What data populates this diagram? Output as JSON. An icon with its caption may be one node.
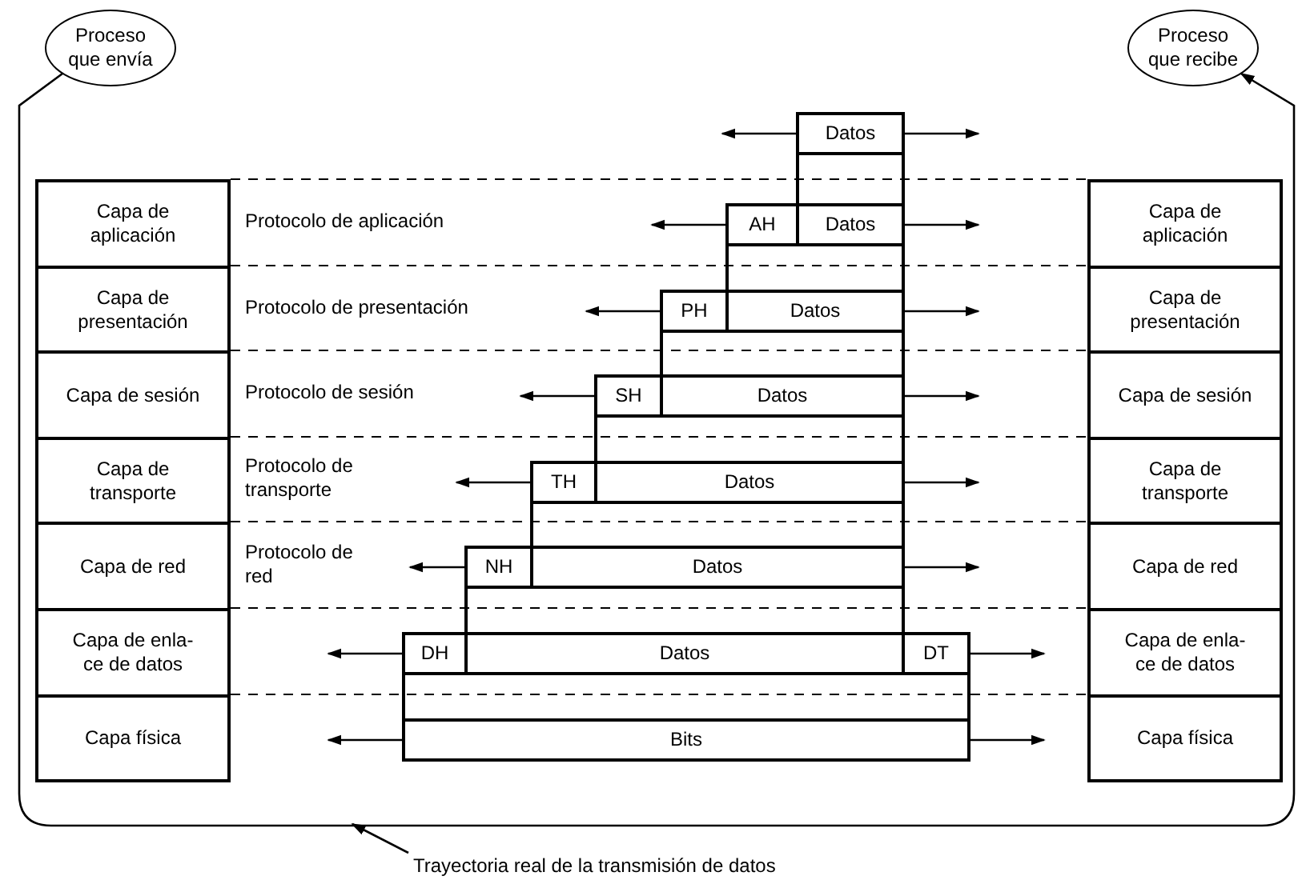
{
  "diagram": {
    "nodes": [
      {
        "text": [
          "Proceso que envía"
        ]
      },
      {
        "text": [
          "Proceso que recibe"
        ]
      },
      {
        "text": [
          "Datos"
        ]
      },
      {
        "text": [
          "Capa de aplicación"
        ]
      },
      {
        "text": [
          "AH"
        ]
      },
      {
        "text": [
          "Datos"
        ]
      },
      {
        "text": [
          "Capa de aplicación"
        ]
      },
      {
        "text": [
          "Capa de presentación"
        ]
      },
      {
        "text": [
          "PH"
        ]
      },
      {
        "text": [
          "Datos"
        ]
      },
      {
        "text": [
          "Capa de presentación"
        ]
      },
      {
        "text": [
          "Capa de sesión"
        ]
      },
      {
        "text": [
          "SH"
        ]
      },
      {
        "text": [
          "Datos"
        ]
      },
      {
        "text": [
          "Capa de sesión"
        ]
      },
      {
        "text": [
          "Capa de transporte"
        ]
      },
      {
        "text": [
          "TH"
        ]
      },
      {
        "text": [
          "Datos"
        ]
      },
      {
        "text": [
          "Capa de transporte"
        ]
      },
      {
        "text": [
          "Capa de red"
        ]
      },
      {
        "text": [
          "NH"
        ]
      },
      {
        "text": [
          "Datos"
        ]
      },
      {
        "text": [
          "Capa de red"
        ]
      },
      {
        "text": [
          "Capa de enla- ce de datos"
        ]
      },
      {
        "text": [
          "DH"
        ]
      },
      {
        "text": [
          "Datos"
        ]
      },
      {
        "text": [
          "DT"
        ]
      },
      {
        "text": [
          "Capa de enla- ce de datos"
        ]
      },
      {
        "text": [
          "Capa física"
        ]
      },
      {
        "text": [
          "Bits"
        ]
      },
      {
        "text": [
          "Capa física"
        ]
      },
      {
        "text": [
          "Trayectoria real de la transmisión de datos"
        ]
      },
      {
        "text": [],
        "shape": "box"
      },
      {
        "text": [],
        "shape": "box"
      },
      {
        "text": [],
        "shape": "box"
      },
      {
        "text": [],
        "shape": "box"
      },
      {
        "text": [],
        "shape": "box"
      },
      {
        "text": [],
        "shape": "box"
      },
      {
        "text": [],
        "shape": "box"
      }
    ],
    "edges": [
      {
        "from": 0,
        "to": 1,
        "arrow": "to"
      },
      {
        "from": 2,
        "to": null,
        "arrow": "to"
      },
      {
        "from": 2,
        "to": null,
        "arrow": "to"
      },
      {
        "from": 4,
        "to": null,
        "arrow": "to"
      },
      {
        "from": 5,
        "to": null,
        "arrow": "to"
      },
      {
        "from": 8,
        "to": null,
        "arrow": "to"
      },
      {
        "from": 9,
        "to": null,
        "arrow": "to"
      },
      {
        "from": 12,
        "to": null,
        "arrow": "to"
      },
      {
        "from": 13,
        "to": null,
        "arrow": "to"
      },
      {
        "from": 16,
        "to": null,
        "arrow": "to"
      },
      {
        "from": 17,
        "to": null,
        "arrow": "to"
      },
      {
        "from": 20,
        "to": null,
        "arrow": "to"
      },
      {
        "from": 21,
        "to": null,
        "arrow": "to"
      },
      {
        "from": 24,
        "to": null,
        "arrow": "to"
      },
      {
        "from": 26,
        "to": null,
        "arrow": "to"
      },
      {
        "from": 29,
        "to": null,
        "arrow": "to"
      },
      {
        "from": 29,
        "to": null,
        "arrow": "to"
      },
      {
        "from": 31,
        "to": null,
        "arrow": "to"
      }
    ],
    "labels": [
      "Protocolo de aplicación",
      "Protocolo de presentación",
      "Protocolo de sesión",
      "Protocolo de transporte",
      "Protocolo de red"
    ]
  }
}
